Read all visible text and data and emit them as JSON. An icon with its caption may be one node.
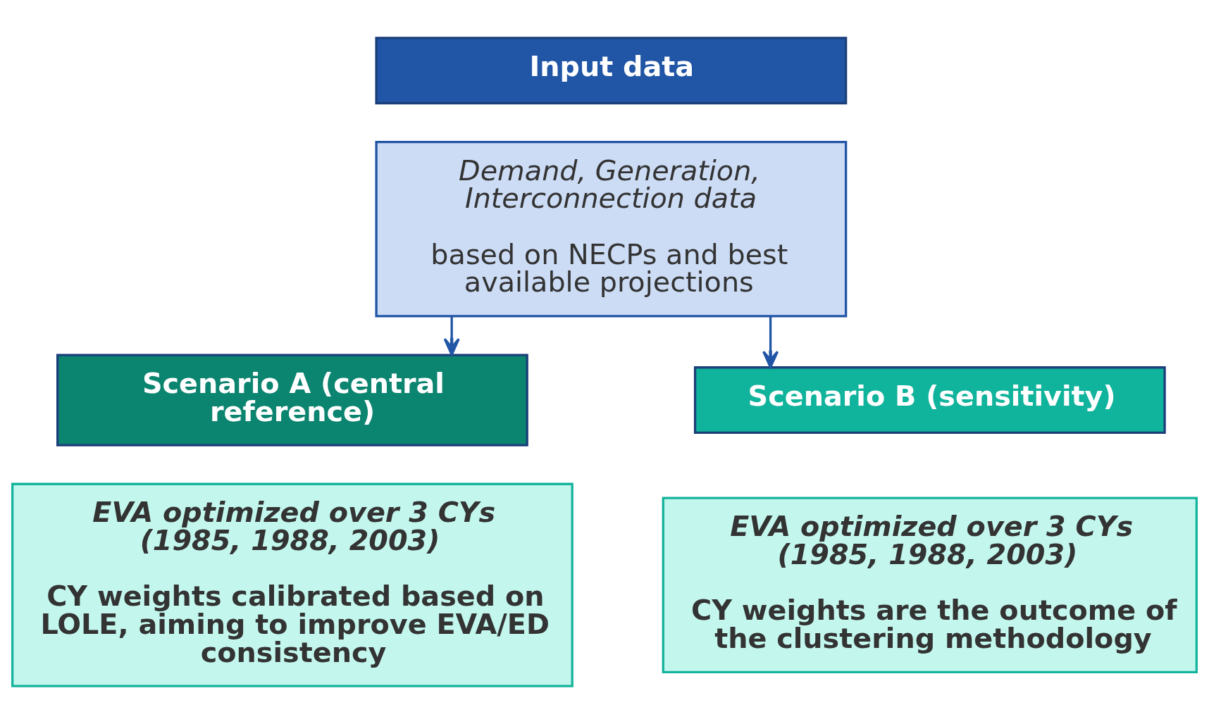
{
  "diagram": {
    "nodes": [
      {
        "text": [
          "Input data"
        ]
      },
      {
        "text": [
          "Demand, Generation, Interconnection data",
          "based on NECPs and best available projections"
        ]
      },
      {
        "text": [
          "Scenario A (central reference)"
        ]
      },
      {
        "text": [
          "EVA optimized over 3 CYs (1985, 1988, 2003)",
          "CY weights calibrated based on LOLE, aiming to improve EVA/ED consistency"
        ]
      },
      {
        "text": [
          "Scenario B (sensitivity)"
        ]
      },
      {
        "text": [
          "EVA optimized over 3 CYs (1985, 1988, 2003)",
          "CY weights are the outcome of the clustering methodology"
        ]
      }
    ],
    "edges": [
      {
        "from": 1,
        "to": 2,
        "arrow": "to"
      },
      {
        "from": 1,
        "to": 4,
        "arrow": "to"
      }
    ]
  }
}
